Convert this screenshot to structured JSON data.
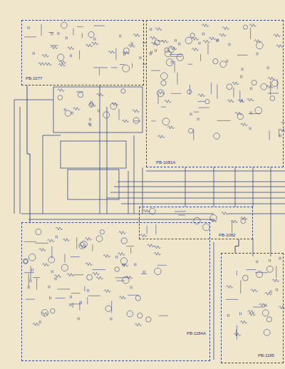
{
  "diagram": {
    "nodes": [
      {
        "text": [
          "PB-1077"
        ]
      },
      {
        "text": [
          "PB-1081A"
        ]
      },
      {
        "text": [
          "PB-1082"
        ]
      },
      {
        "text": [
          "PB-1184A"
        ]
      },
      {
        "text": [
          "PB-1185"
        ]
      }
    ],
    "edges": [
      {
        "from": 0,
        "to": 3,
        "arrow": "none"
      },
      {
        "from": 2,
        "to": 4,
        "arrow": "none"
      }
    ]
  }
}
